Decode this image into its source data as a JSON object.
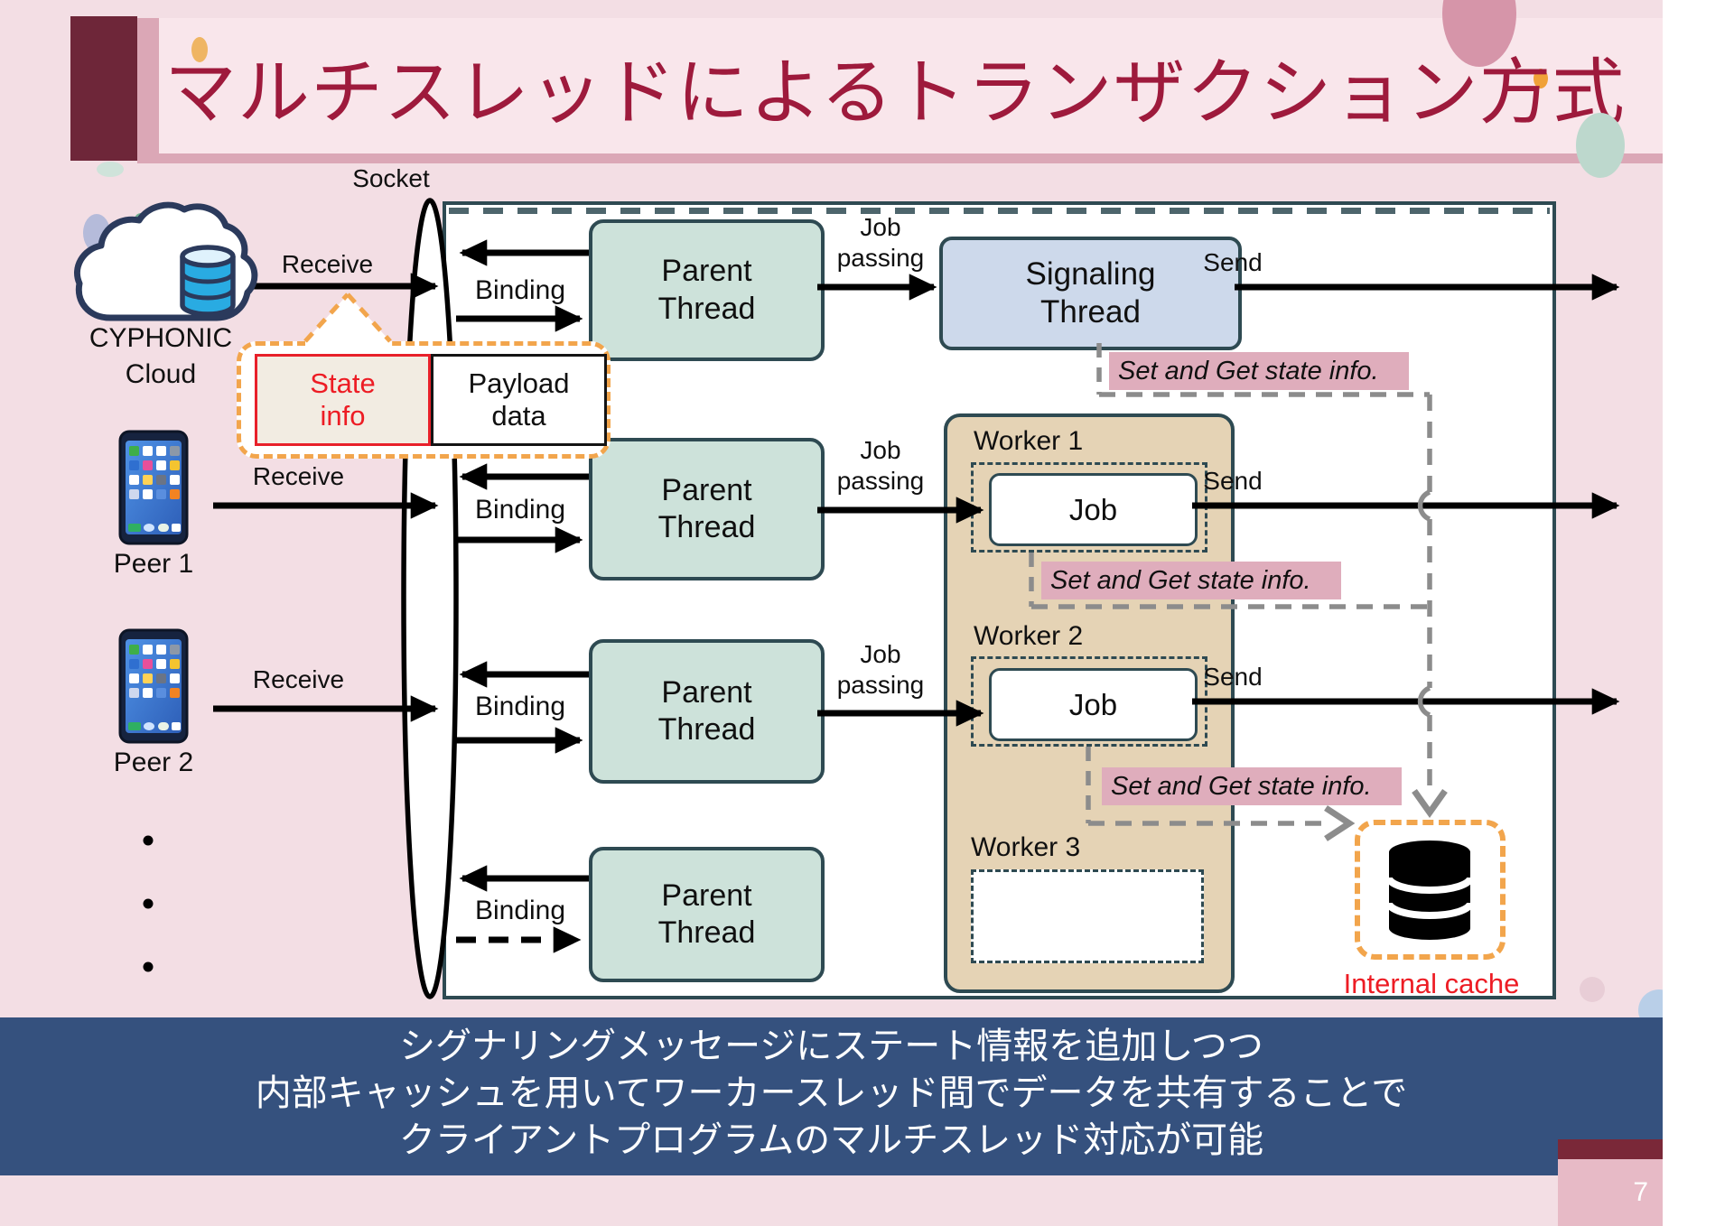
{
  "slide": {
    "title": "マルチスレッドによるトランザクション方式",
    "page_number": "7",
    "summary_line1": "シグナリングメッセージにステート情報を追加しつつ",
    "summary_line2": "内部キャッシュを用いてワーカースレッド間でデータを共有することで",
    "summary_line3": "クライアントプログラムのマルチスレッド対応が可能"
  },
  "diagram": {
    "socket_label": "Socket",
    "cloud_name_line1": "CYPHONIC",
    "cloud_name_line2": "Cloud",
    "peer1_label": "Peer 1",
    "peer2_label": "Peer 2",
    "receive_label": "Receive",
    "send_label": "Send",
    "binding_label": "Binding",
    "job_passing_line1": "Job",
    "job_passing_line2": "passing",
    "parent_thread_line1": "Parent",
    "parent_thread_line2": "Thread",
    "signaling_thread_line1": "Signaling",
    "signaling_thread_line2": "Thread",
    "worker1_label": "Worker 1",
    "worker2_label": "Worker 2",
    "worker3_label": "Worker 3",
    "job_label": "Job",
    "state_note": "Set and Get state info.",
    "state_info_line1": "State",
    "state_info_line2": "info",
    "payload_data_line1": "Payload",
    "payload_data_line2": "data",
    "internal_cache_label": "Internal cache"
  },
  "colors": {
    "title_text": "#9e1a3c",
    "accent_maroon": "#6e2639",
    "slide_pink": "#f3dee4",
    "title_band": "#dba7b6",
    "diagram_border": "#2e4a52",
    "parent_thread_fill": "#cde2da",
    "signaling_fill": "#cdd9eb",
    "worker_fill": "#e5d3b5",
    "note_bg": "#dfadbc",
    "dashed_gray": "#8c8c8c",
    "callout_orange": "#f2a54c",
    "alert_red": "#ed1c24",
    "banner_bg": "#35517e",
    "database_cyan": "#29abe2",
    "page_box": "#e7bac6",
    "page_bar": "#7a2838"
  }
}
